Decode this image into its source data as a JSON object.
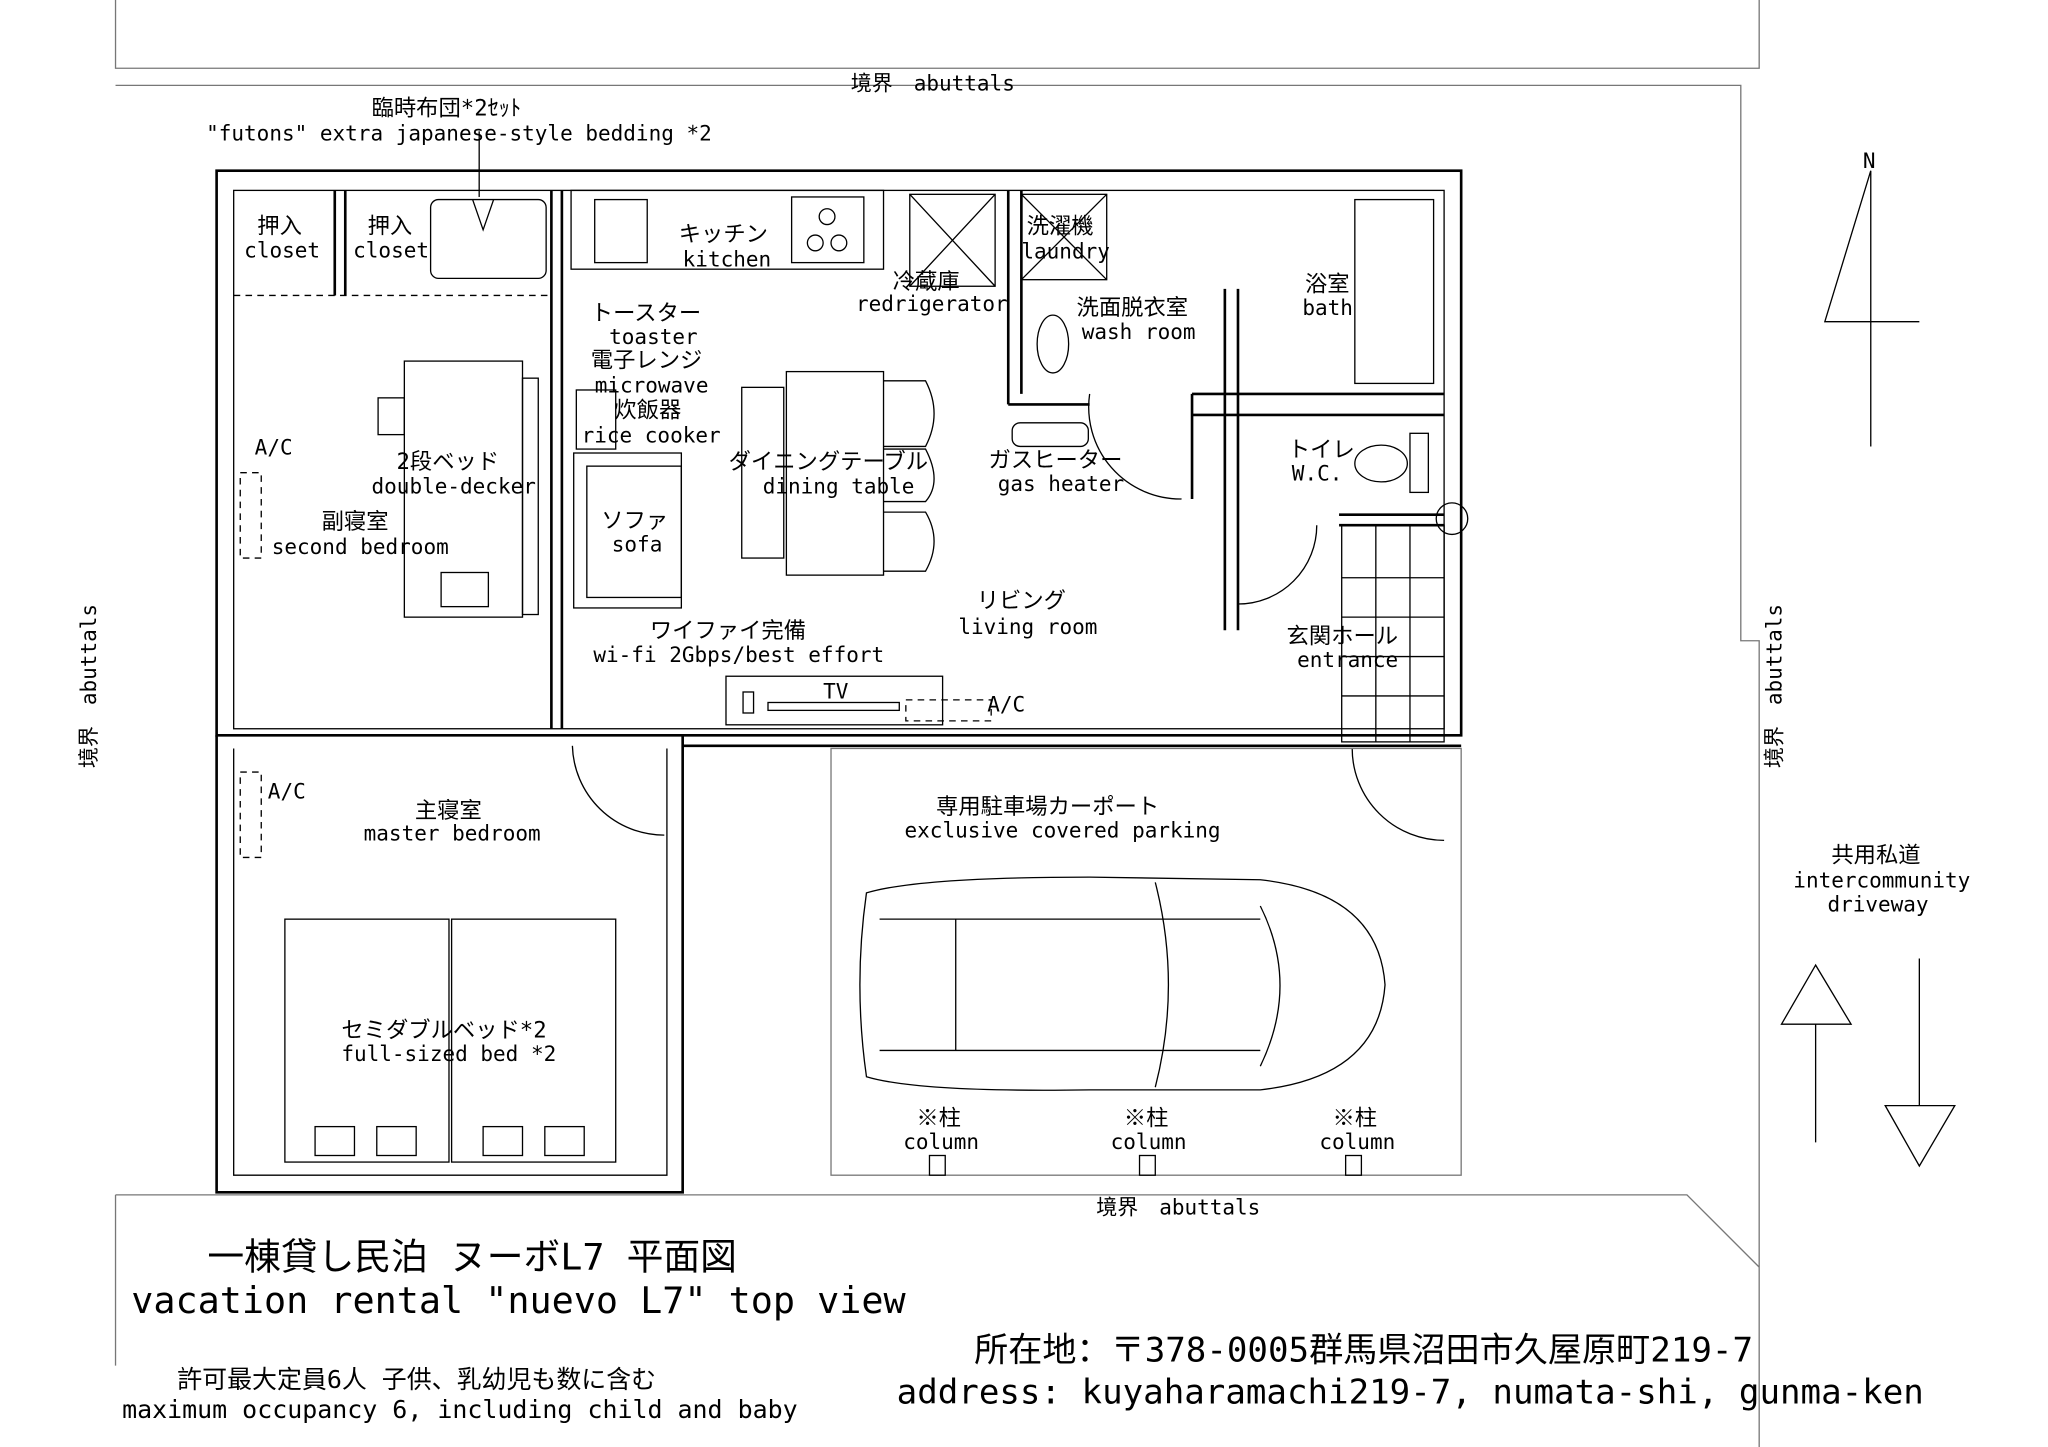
{
  "boundary": {
    "top": "境界　abuttals",
    "left": "境界　abuttals",
    "right": "境界　abuttals",
    "bottom": "境界　abuttals"
  },
  "north": "N",
  "futons": {
    "jp": "臨時布団*2ｾｯﾄ",
    "en": "\"futons\" extra japanese-style bedding *2"
  },
  "rooms": {
    "closet1": {
      "jp": "押入",
      "en": "closet"
    },
    "closet2": {
      "jp": "押入",
      "en": "closet"
    },
    "kitchen": {
      "jp": "キッチン",
      "en": "kitchen"
    },
    "fridge": {
      "jp": "冷蔵庫",
      "en": "redrigerator"
    },
    "laundry": {
      "jp": "洗濯機",
      "en": "laundry"
    },
    "washroom": {
      "jp": "洗面脱衣室",
      "en": "wash room"
    },
    "bath": {
      "jp": "浴室",
      "en": "bath"
    },
    "toaster": {
      "jp": "トースター",
      "en": "toaster"
    },
    "microwave": {
      "jp": "電子レンジ",
      "en": "microwave"
    },
    "ricecooker": {
      "jp": "炊飯器",
      "en": "rice cooker"
    },
    "bunk": {
      "jp": "2段ベッド",
      "en": "double-decker"
    },
    "second": {
      "jp": "副寝室",
      "en": "second bedroom"
    },
    "ac1": "A/C",
    "ac2": "A/C",
    "ac3": "A/C",
    "sofa": {
      "jp": "ソファ",
      "en": "sofa"
    },
    "dining": {
      "jp": "ダイニングテーブル",
      "en": "dining table"
    },
    "gas": {
      "jp": "ガスヒーター",
      "en": "gas heater"
    },
    "wc": {
      "jp": "トイレ",
      "en": "W.C."
    },
    "living": {
      "jp": "リビング",
      "en": "living room"
    },
    "entrance": {
      "jp": "玄関ホール",
      "en": "entrance"
    },
    "wifi": {
      "jp": "ワイファイ完備",
      "en": "wi-fi 2Gbps/best effort"
    },
    "tv": "TV",
    "master": {
      "jp": "主寝室",
      "en": "master bedroom"
    },
    "beds": {
      "jp": "セミダブルベッド*2",
      "en": "full-sized bed  *2"
    },
    "parking": {
      "jp": "専用駐車場カーポート",
      "en": "exclusive covered parking"
    },
    "columns": [
      {
        "jp": "※柱",
        "en": "column"
      },
      {
        "jp": "※柱",
        "en": "column"
      },
      {
        "jp": "※柱",
        "en": "column"
      }
    ],
    "driveway": {
      "jp": "共用私道",
      "en1": "intercommunity",
      "en2": "driveway"
    }
  },
  "title": {
    "jp": "一棟貸し民泊 ヌーボL7 平面図",
    "en": "vacation rental \"nuevo L7\" top view"
  },
  "occupancy": {
    "jp": "許可最大定員6人 子供、乳幼児も数に含む",
    "en": "maximum occupancy 6, including child and baby"
  },
  "address": {
    "jp": "所在地：〒378-0005群馬県沼田市久屋原町219-7",
    "en": "address: kuyaharamachi219-7, numata-shi, gunma-ken"
  }
}
